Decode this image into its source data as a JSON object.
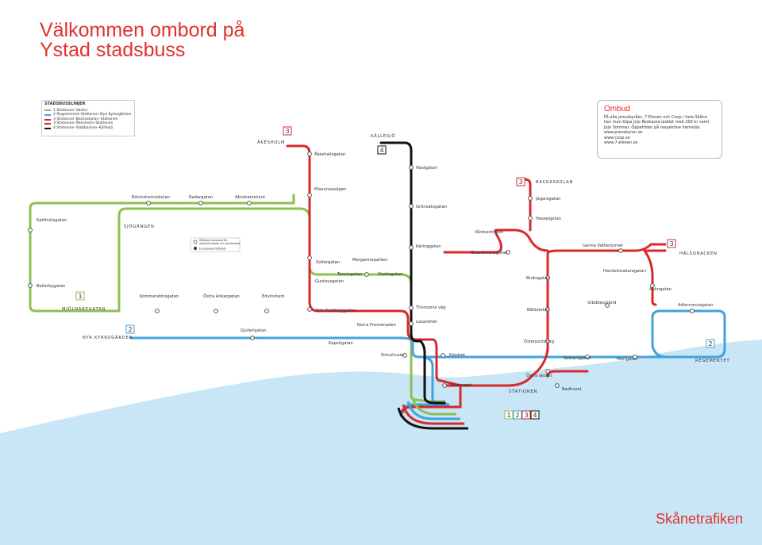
{
  "title": {
    "line1": "Välkommen ombord på",
    "line2": "Ystad stadsbuss"
  },
  "brand": "Skånetrafiken",
  "legend": {
    "heading": "STADSBUSSLINJER",
    "lines": [
      {
        "label": "1 Stationen–Västra",
        "color": "#8cc152"
      },
      {
        "label": "2 Regementet–Stationen–Nya Kyrkogården",
        "color": "#3fa3dc"
      },
      {
        "label": "3 Stationen–Backaskolan–Stationen",
        "color": "#d8282c"
      },
      {
        "label": "3 Stationen–Åkesholm–Stationen",
        "color": "#d8282c"
      },
      {
        "label": "4 Stationen–Stallbacken–Källesjö",
        "color": "#111111"
      }
    ]
  },
  "info": {
    "heading": "Ombud",
    "body": "På alla pressbyråer, 7-Eleven och Coop i hela Skåne kan man köpa Jojo Reskassa laddat med 200 kr samt Jojo Sommar. Öppettider på respektive hemsida:",
    "links": [
      "www.pressbyran.se",
      "www.coop.se",
      "www.7-eleven.se"
    ]
  },
  "map_note": {
    "line1": "Hållplats anpassad för",
    "line2": "rörelsehindrade och synskadade",
    "line3": "Ej anpassad hållplats"
  },
  "colors": {
    "line1": "#8cc152",
    "line2": "#3fa3dc",
    "line3": "#d8282c",
    "line4": "#111111",
    "sea": "#c8e6f5",
    "accent": "#e1312f"
  },
  "route_badges": {
    "akesholm": "3",
    "kallesjo": "4",
    "backaskolan": "3",
    "halsobacken": "3",
    "mjolnaregatan": "1",
    "nya_kyrkogarden": "2",
    "regementet": "2",
    "station_1": "1",
    "station_2": "2",
    "station_3": "3",
    "station_4": "4"
  },
  "stops": {
    "akesholm": "ÅKESHOLM",
    "akeshallsgatan": "Åkeshallsgatan",
    "kallesjo": "KÄLLESJÖ",
    "hastgatan": "Hästgatan",
    "backaskolan": "BACKASKOLAN",
    "jagaregatan": "Jägaregatan",
    "hasselgatan": "Hasselgatan",
    "missunnavagen": "Missunnavägen",
    "gronsaksgatan": "Grönsaksgatan",
    "edvinshemsskolan": "Edvinshemsskolan",
    "radargatan": "Radargatan",
    "abrahamslund": "Abrahamslund",
    "katthultsgatan": "Katthultsgatan",
    "sjogangen": "SJÖGÅNGEN",
    "vardcentralen": "Vårdcentralen",
    "karinggatan": "Käringgatan",
    "gosselmansgatan": "Gosselmansgatan",
    "gamla_vattentornet": "Gamla Vattentornet",
    "halsobacken": "HÄLSOBACKEN",
    "soltergatan": "Soltergatan",
    "margaretaparken": "Margaretaparken",
    "tennisgatan": "Tennisgatan",
    "skottegatan": "Skottegatan",
    "gustavsgatan": "Gustavsgatan",
    "handskmakaregatan": "Handskmakaregatan",
    "bruksgatan": "Bruksgatan",
    "aulingatan": "Aulingatan",
    "ballerbygatan": "Ballerbygatan",
    "kommendorsgatan": "Kommendörsgatan",
    "ostra_ankargatan": "Östra Ankargatan",
    "edvinshem": "Edvinshem",
    "mjolnaregatan": "MJÖLNAREGATAN",
    "erik_dahlberggatan": "Erik Dahlberggatan",
    "thorssons_vag": "Thorssons väg",
    "biblioteket": "Biblioteket",
    "gibbdesgrand": "Gibddesgränd",
    "adlercreutzgatan": "Adlercreutzgatan",
    "norra_promenaden": "Norra Promenaden",
    "lasarettet": "Lasarettet",
    "nya_kyrkogarden": "NYA KYRKOGÅRDEN",
    "gjuterigatan": "Gjuterigatan",
    "kapellgatan": "Kapellgatan",
    "osterportstorg": "Österportstorg",
    "siriushuset": "Siriushuset",
    "klostret": "Klostret",
    "sektorsgatan": "Sektorsgatan",
    "petrigatan": "Petrigatan",
    "regementet": "REGEMENTET",
    "ostra_skolan": "Östra skolan",
    "stortorget": "Stortorget",
    "stationen": "STATIONEN",
    "badhuset": "Badhuset"
  }
}
